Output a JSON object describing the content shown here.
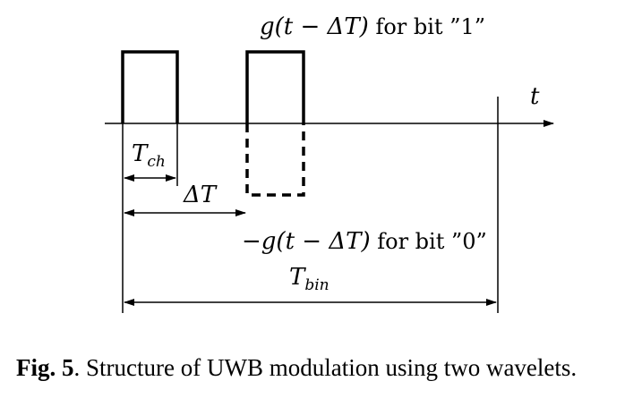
{
  "labels": {
    "t": "t",
    "tch_main": "T",
    "tch_sub": "ch",
    "delta_t": "ΔT",
    "pos_prefix": "g(t − ΔT)",
    "pos_suffix": " for bit ”1”",
    "neg_prefix": "−g(t − ΔT)",
    "neg_suffix": " for bit ”0”",
    "tbin_main": "T",
    "tbin_sub": "bin"
  },
  "caption": {
    "label": "Fig. 5",
    "text": ". Structure of UWB modulation using two wavelets."
  }
}
